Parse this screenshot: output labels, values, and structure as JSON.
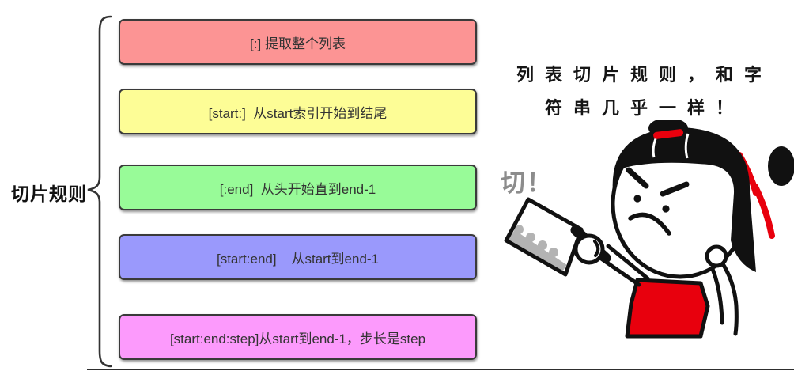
{
  "group_label": "切片规则",
  "rules": [
    {
      "text": "[:] 提取整个列表",
      "color": "#fc9494"
    },
    {
      "text": "[start:]  从start索引开始到结尾",
      "color": "#fdfd96"
    },
    {
      "text": "[:end]  从头开始直到end-1",
      "color": "#98fb98"
    },
    {
      "text": "[start:end]    从start到end-1",
      "color": "#9a99fc"
    },
    {
      "text": "[start:end:step]从start到end-1，步长是step",
      "color": "#fc9afc"
    }
  ],
  "speech": {
    "line1": "列表切片规则，和字",
    "line2": "符串几乎一样！"
  },
  "character": {
    "exclaim": "切！"
  },
  "colors": {
    "outline": "#333333",
    "ink": "#111111",
    "accent_red": "#e8000d",
    "blade_gray": "#b3b3b3"
  }
}
